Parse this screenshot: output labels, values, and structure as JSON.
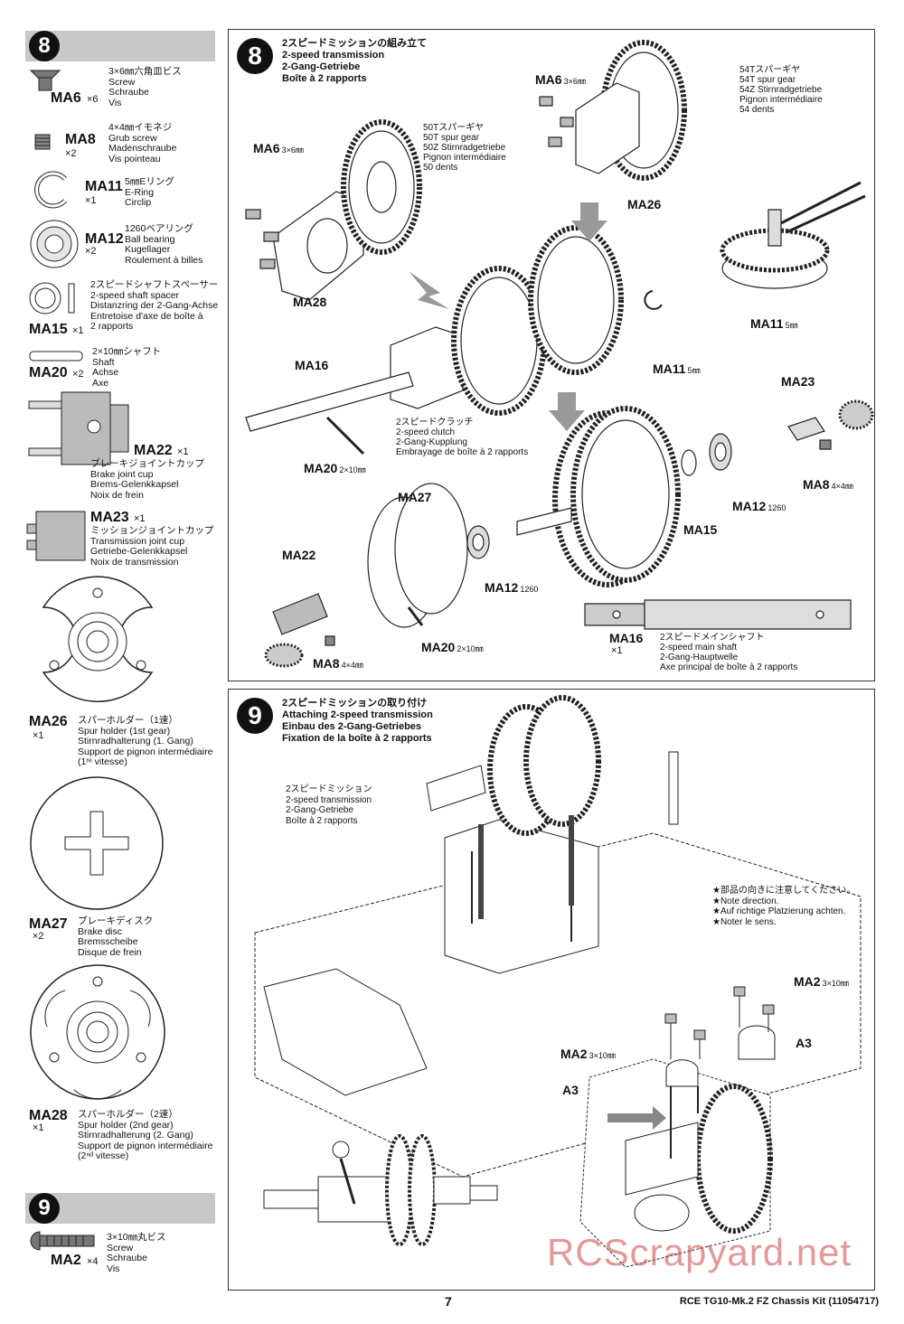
{
  "sidebar": {
    "step8_number": "8",
    "step9_number": "9",
    "parts": [
      {
        "code": "MA6",
        "qty": "×6",
        "desc": "3×6㎜六角皿ビス\nScrew\nSchraube\nVis"
      },
      {
        "code": "MA8",
        "qty": "×2",
        "desc": "4×4㎜イモネジ\nGrub screw\nMadenschraube\nVis pointeau"
      },
      {
        "code": "MA11",
        "qty": "×1",
        "desc": "5㎜Eリング\nE-Ring\nCirclip"
      },
      {
        "code": "MA12",
        "qty": "×2",
        "desc": "1260ベアリング\nBall bearing\nKugellager\nRoulement à billes"
      },
      {
        "code": "MA15",
        "qty": "×1",
        "desc": "2スピードシャフトスペーサー\n2-speed shaft spacer\nDistanzring der 2-Gang-Achse\nEntretoise d'axe de boîte à\n2 rapports"
      },
      {
        "code": "MA20",
        "qty": "×2",
        "desc": "2×10㎜シャフト\nShaft\nAchse\nAxe"
      },
      {
        "code": "MA22",
        "qty": "×1",
        "desc": "ブレーキジョイントカップ\nBrake joint cup\nBrems-Gelenkkapsel\nNoix de frein"
      },
      {
        "code": "MA23",
        "qty": "×1",
        "desc": "ミッションジョイントカップ\nTransmission joint cup\nGetriebe-Gelenkkapsel\nNoix de transmission"
      },
      {
        "code": "MA26",
        "qty": "×1",
        "desc": "スパーホルダー（1速）\nSpur holder (1st gear)\nStirnradhalterung (1. Gang)\nSupport de pignon intermédiaire\n(1ʳᵉ vitesse)"
      },
      {
        "code": "MA27",
        "qty": "×2",
        "desc": "ブレーキディスク\nBrake disc\nBremsscheibe\nDisque de frein"
      },
      {
        "code": "MA28",
        "qty": "×1",
        "desc": "スパーホルダー（2速）\nSpur holder (2nd gear)\nStirnradhalterung (2. Gang)\nSupport de pignon intermédiaire\n(2ⁿᵈ vitesse)"
      },
      {
        "code": "MA2",
        "qty": "×4",
        "desc": "3×10㎜丸ビス\nScrew\nSchraube\nVis"
      }
    ]
  },
  "step8": {
    "number": "8",
    "title": "2スピードミッションの組み立て\n2-speed transmission\n2-Gang-Getriebe\nBoîte à 2 rapports",
    "gear50": "50Tスパーギヤ\n50T spur gear\n50Z Stirnradgetriebe\nPignon intermédiaire\n50 dents",
    "gear54": "54Tスパーギヤ\n54T spur gear\n54Z Stirnradgetriebe\nPignon intermédiaire\n54 dents",
    "clutch": "2スピードクラッチ\n2-speed clutch\n2-Gang-Kupplung\nEmbrayage de boîte à 2 rapports",
    "mainshaft": "2スピードメインシャフト\n2-speed main shaft\n2-Gang-Hauptwelle\nAxe principal de boîte à 2 rapports",
    "labels": {
      "ma6_a": "MA6",
      "ma6_a_size": "3×6㎜",
      "ma6_b": "MA6",
      "ma6_b_size": "3×6㎜",
      "ma26": "MA26",
      "ma28": "MA28",
      "ma11_a": "MA11",
      "ma11_a_size": "5㎜",
      "ma11_b": "MA11",
      "ma11_b_size": "5㎜",
      "ma16": "MA16",
      "ma16_b": "MA16",
      "ma16_qty": "×1",
      "ma20_a": "MA20",
      "ma20_a_size": "2×10㎜",
      "ma20_b": "MA20",
      "ma20_b_size": "2×10㎜",
      "ma23": "MA23",
      "ma8_a": "MA8",
      "ma8_a_size": "4×4㎜",
      "ma8_b": "MA8",
      "ma8_b_size": "4×4㎜",
      "ma12_a": "MA12",
      "ma12_a_size": "1260",
      "ma12_b": "MA12",
      "ma12_b_size": "1260",
      "ma15": "MA15",
      "ma27": "MA27",
      "ma22": "MA22"
    }
  },
  "step9": {
    "number": "9",
    "title": "2スピードミッションの取り付け\nAttaching 2-speed transmission\nEinbau des 2-Gang-Getriebes\nFixation de la boîte à 2 rapports",
    "assembly": "2スピードミッション\n2-speed transmission\n2-Gang-Getriebe\nBoîte à 2 rapports",
    "note": "★部品の向きに注意してください。\n★Note direction.\n★Auf richtige Platzierung achten.\n★Noter le sens.",
    "labels": {
      "ma2_a": "MA2",
      "ma2_a_size": "3×10㎜",
      "ma2_b": "MA2",
      "ma2_b_size": "3×10㎜",
      "a3_a": "A3",
      "a3_b": "A3"
    }
  },
  "footer": {
    "page_number": "7",
    "kit_name": "RCE TG10-Mk.2 FZ Chassis Kit (11054717)",
    "watermark": "RCScrapyard.net"
  }
}
